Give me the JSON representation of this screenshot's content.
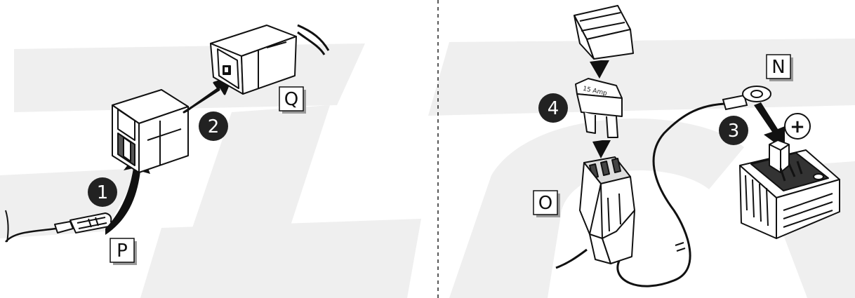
{
  "steps": [
    {
      "id": "s1",
      "label": "1"
    },
    {
      "id": "s2",
      "label": "2"
    },
    {
      "id": "s3",
      "label": "3"
    },
    {
      "id": "s4",
      "label": "4"
    }
  ],
  "tags": {
    "P": "P",
    "Q": "Q",
    "O": "O",
    "N": "N"
  },
  "fuse": {
    "rating": "15 Amp"
  },
  "battery": {
    "terminal_symbol": "+"
  },
  "colors": {
    "background_watermark": "#efefef",
    "badge_fill": "#222222",
    "badge_text": "#ffffff",
    "tag_fill": "#ffffff",
    "tag_shadow": "#9a9a9a",
    "line": "#111111",
    "divider": "#222222"
  }
}
